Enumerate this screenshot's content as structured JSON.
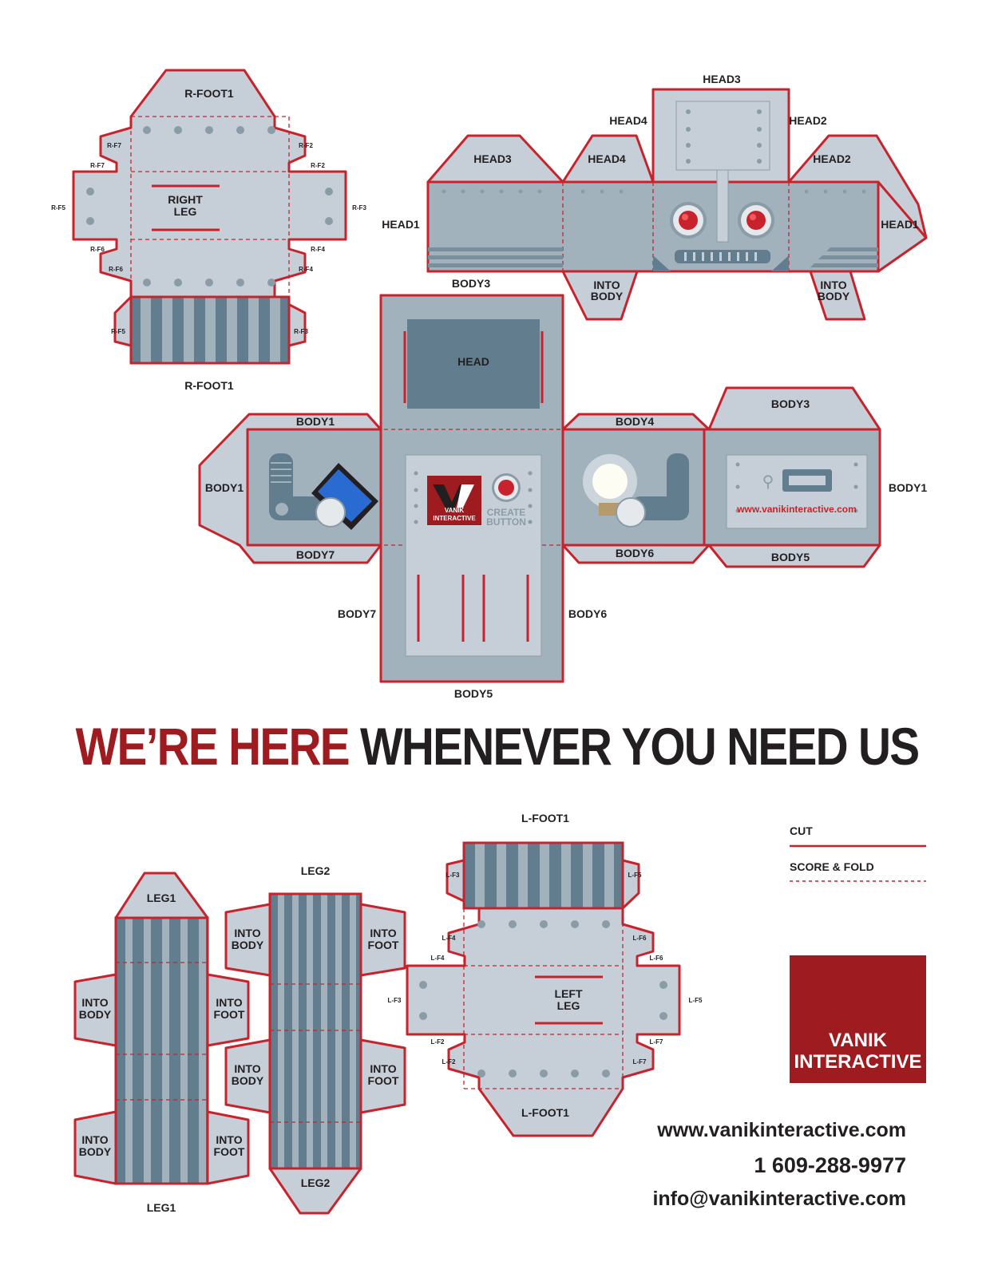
{
  "headline": {
    "part1": "WE’RE HERE",
    "part2": "WHENEVER YOU NEED US"
  },
  "legend": {
    "cut": "CUT",
    "score_fold": "SCORE & FOLD"
  },
  "logo": {
    "line1": "VANIK",
    "line2": "INTERACTIVE"
  },
  "contact": {
    "website": "www.vanikinteractive.com",
    "phone": "1 609-288-9977",
    "email": "info@vanikinteractive.com"
  },
  "right_foot": {
    "top_label": "R-FOOT1",
    "bottom_label": "R-FOOT1",
    "center_line1": "RIGHT",
    "center_line2": "LEG",
    "tabs": [
      "R-F7",
      "R-F2",
      "R-F7",
      "R-F2",
      "R-F5",
      "R-F3",
      "R-F6",
      "R-F4",
      "R-F6",
      "R-F4",
      "R-F5",
      "R-F3"
    ]
  },
  "head": {
    "head3_top": "HEAD3",
    "head4_left": "HEAD4",
    "head2_right": "HEAD2",
    "tab_head3": "HEAD3",
    "tab_head4": "HEAD4",
    "tab_head2": "HEAD2",
    "head1_left": "HEAD1",
    "head1_right": "HEAD1",
    "body3": "BODY3",
    "into_body_1a": "INTO",
    "into_body_1b": "BODY",
    "into_body_2a": "INTO",
    "into_body_2b": "BODY"
  },
  "body": {
    "head_slot": "HEAD",
    "body1_top": "BODY1",
    "body1_left": "BODY1",
    "body7_bottom": "BODY7",
    "body4_top": "BODY4",
    "body6_bottom": "BODY6",
    "body3_top": "BODY3",
    "body1_right": "BODY1",
    "body5_bottom": "BODY5",
    "body7_side": "BODY7",
    "body6_side": "BODY6",
    "body5_bottom_main": "BODY5",
    "logo_small_1": "VANIK",
    "logo_small_2": "INTERACTIVE",
    "create_1": "CREATE",
    "create_2": "BUTTON",
    "usb_url": "www.vanikinteractive.com"
  },
  "legs": {
    "leg1_top": "LEG1",
    "leg1_bottom": "LEG1",
    "leg2_top": "LEG2",
    "leg2_bottom": "LEG2",
    "into": "INTO",
    "body": "BODY",
    "foot": "FOOT"
  },
  "left_foot": {
    "top_label": "L-FOOT1",
    "bottom_label": "L-FOOT1",
    "center_line1": "LEFT",
    "center_line2": "LEG",
    "tabs": [
      "L-F3",
      "L-F5",
      "L-F4",
      "L-F6",
      "L-F4",
      "L-F6",
      "L-F3",
      "L-F5",
      "L-F2",
      "L-F7",
      "L-F2",
      "L-F7"
    ]
  },
  "colors": {
    "cut_red": "#c8232c",
    "brand_red": "#9e1b20",
    "panel_light": "#c6cfd7",
    "panel_mid": "#a2b2bd",
    "panel_dark": "#627d8e"
  }
}
